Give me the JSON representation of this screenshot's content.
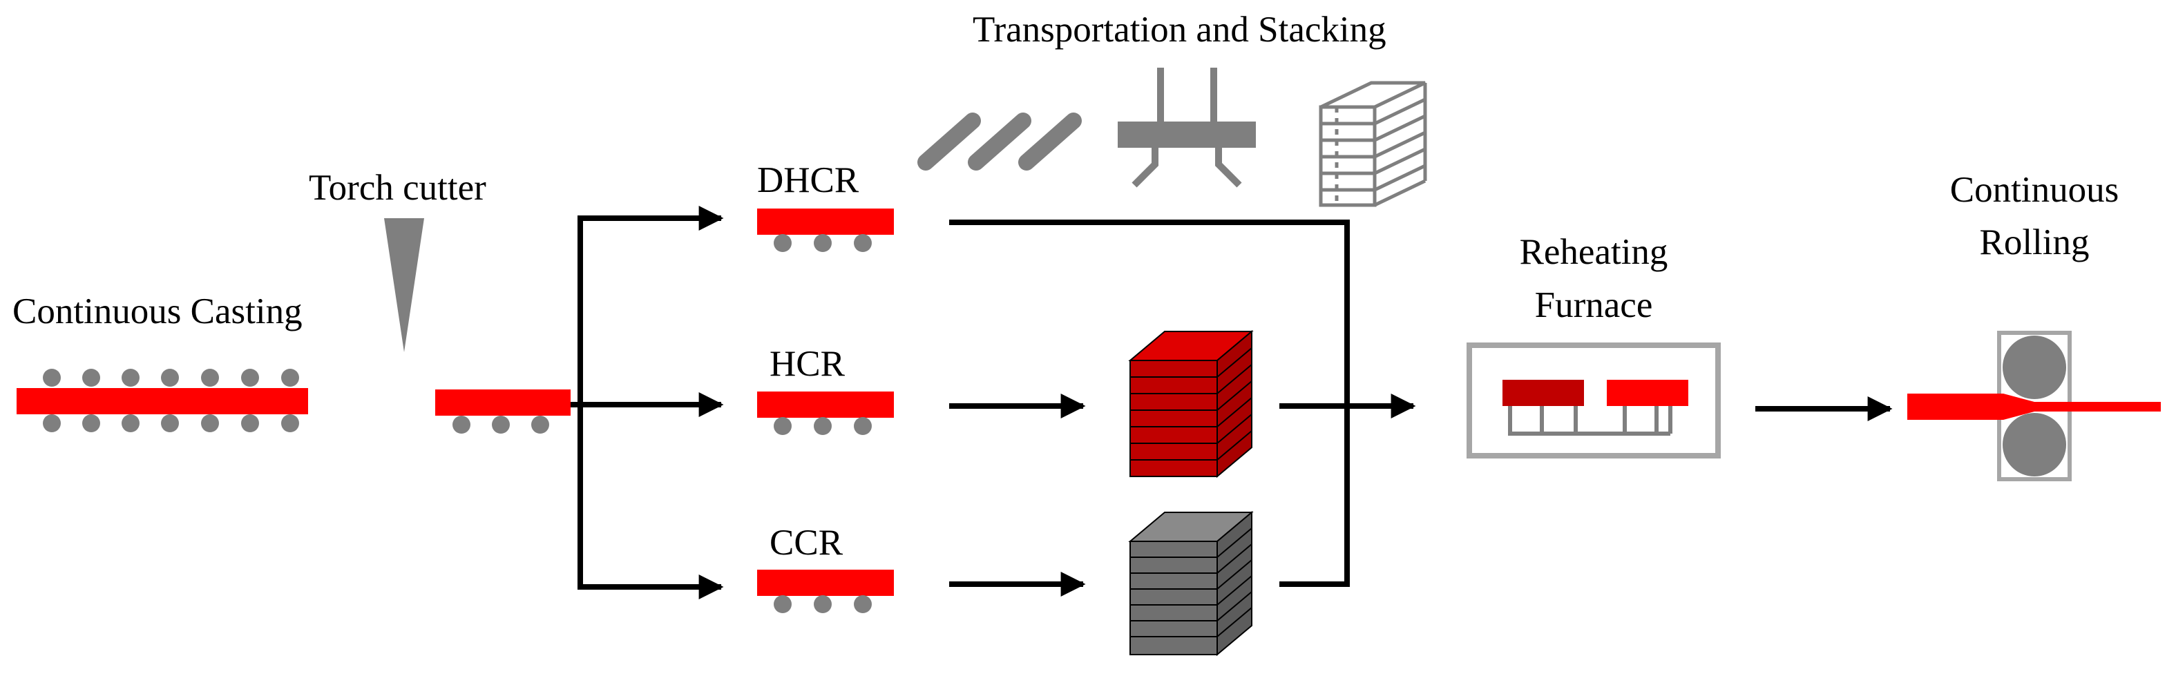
{
  "labels": {
    "continuous_casting": "Continuous  Casting",
    "torch_cutter": "Torch cutter",
    "dhcr": "DHCR",
    "hcr": "HCR",
    "ccr": "CCR",
    "transportation_stacking": "Transportation  and  Stacking",
    "reheating_furnace_line1": "Reheating",
    "reheating_furnace_line2": "Furnace",
    "continuous_rolling_line1": "Continuous",
    "continuous_rolling_line2": "Rolling"
  },
  "colors": {
    "slab_red": "#ff0000",
    "stack_red": "#c00000",
    "roller_gray": "#7f7f7f",
    "stack_gray": "#707070",
    "arrow_black": "#000000",
    "furnace_border": "#a6a6a6"
  },
  "icons": {
    "torch": "torch-cutter-icon",
    "slabs": "transport-slabs-icon",
    "crane": "crane-gripper-icon",
    "rack": "stacking-rack-icon",
    "red_stack": "hot-slab-stack-icon",
    "gray_stack": "cold-slab-stack-icon",
    "furnace": "reheating-furnace-icon",
    "rolls": "rolling-mill-rolls-icon"
  }
}
